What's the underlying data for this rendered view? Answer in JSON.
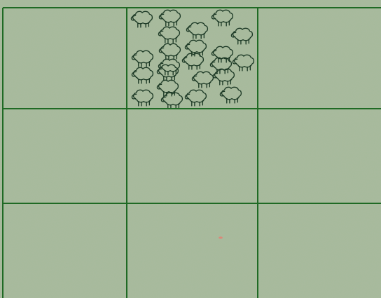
{
  "grid": {
    "rows": 3,
    "columns": 3,
    "field_color": "#a6b99b",
    "line_color": "#1f6a24",
    "cells": [
      {
        "row": 0,
        "col": 0,
        "sheep": 0
      },
      {
        "row": 0,
        "col": 1,
        "sheep": 23
      },
      {
        "row": 0,
        "col": 2,
        "sheep": 0
      },
      {
        "row": 1,
        "col": 0,
        "sheep": 0
      },
      {
        "row": 1,
        "col": 1,
        "sheep": 0
      },
      {
        "row": 1,
        "col": 2,
        "sheep": 0
      },
      {
        "row": 2,
        "col": 0,
        "sheep": 0
      },
      {
        "row": 2,
        "col": 1,
        "sheep": 0
      },
      {
        "row": 2,
        "col": 2,
        "sheep": 0
      }
    ]
  },
  "marker": {
    "color": "#d98a7a"
  },
  "icons": {
    "sheep": "sheep-icon"
  }
}
